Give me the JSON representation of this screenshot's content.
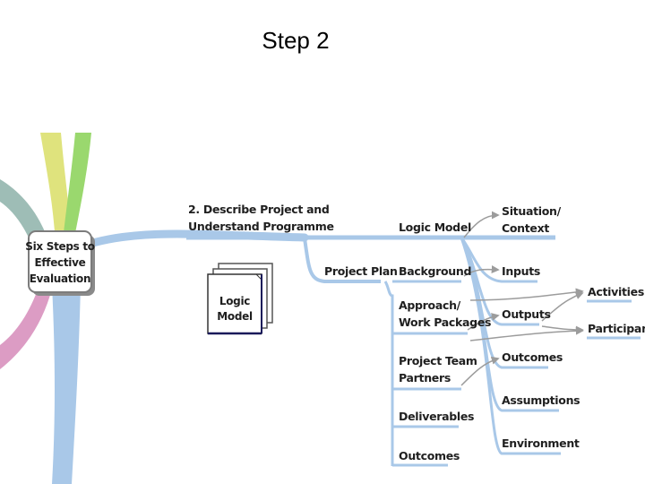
{
  "slide": {
    "title": "Step 2"
  },
  "diagram": {
    "root": {
      "line1": "Six Steps to",
      "line2": "Effective",
      "line3": "Evaluation"
    },
    "step": {
      "line1": "2. Describe Project and",
      "line2": "Understand Programme"
    },
    "document": {
      "line1": "Logic",
      "line2": "Model"
    },
    "nodes": {
      "logic_model": "Logic Model",
      "project_plan": "Project Plan",
      "background": "Background",
      "approach_1": "Approach/",
      "approach_2": "Work Packages",
      "team_1": "Project Team",
      "team_2": "Partners",
      "deliverables": "Deliverables",
      "outcomes_left": "Outcomes",
      "situation_1": "Situation/",
      "situation_2": "Context",
      "inputs": "Inputs",
      "outputs": "Outputs",
      "outcomes_right": "Outcomes",
      "assumptions": "Assumptions",
      "environment": "Environment",
      "activities": "Activities",
      "participants": "Participants"
    },
    "colors": {
      "branch_blue": "#a9c8e8",
      "arrow_gray": "#9c9c9c",
      "green": "#9ad86e",
      "yellow": "#dfe37d",
      "teal": "#9ebdb6",
      "pink": "#dc9cc4"
    }
  }
}
